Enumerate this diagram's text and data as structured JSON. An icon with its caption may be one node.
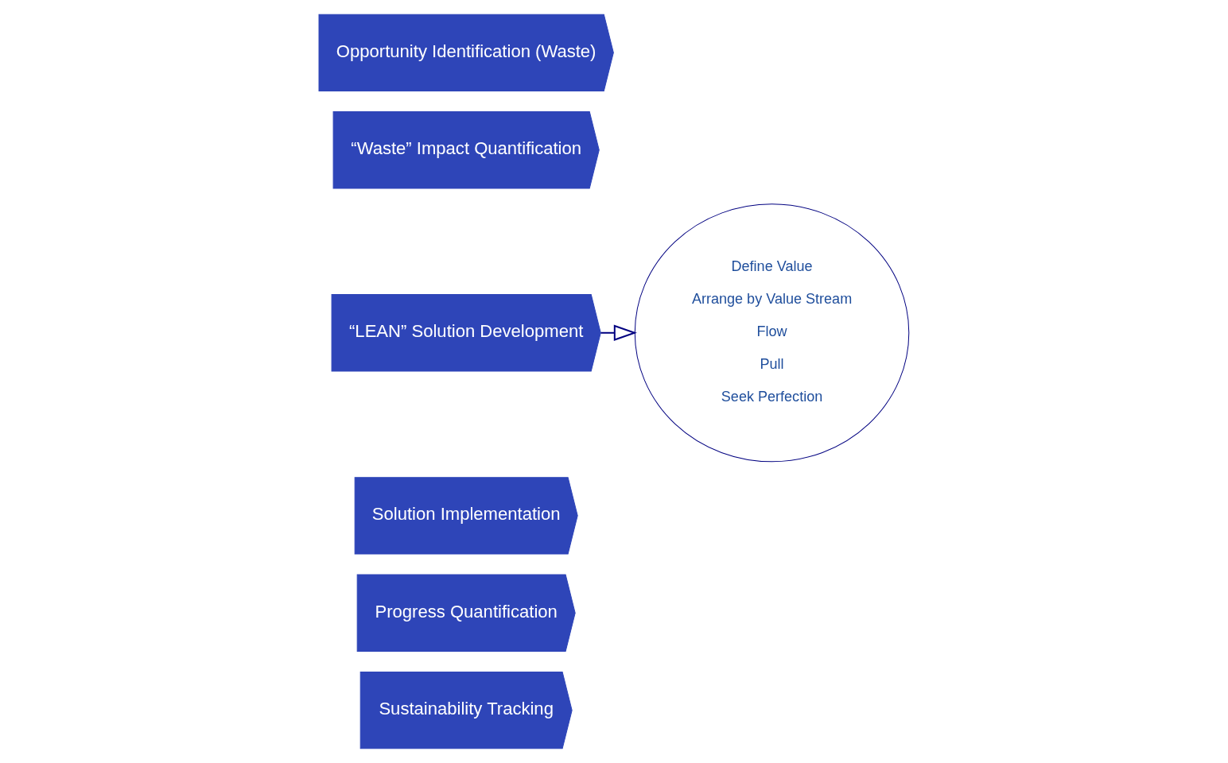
{
  "diagram": {
    "nodes": [
      {
        "text": [
          "Opportunity Identification (Waste)"
        ]
      },
      {
        "text": [
          "“Waste” Impact Quantification"
        ]
      },
      {
        "text": [
          "“LEAN” Solution Development"
        ]
      },
      {
        "text": [
          "Solution Implementation"
        ]
      },
      {
        "text": [
          "Progress Quantification"
        ]
      },
      {
        "text": [
          "Sustainability Tracking"
        ]
      },
      {
        "text": [
          "Define Value",
          "Arrange by Value Stream",
          "Flow",
          "Pull",
          "Seek Perfection"
        ]
      }
    ],
    "edges": [
      {
        "from": 2,
        "to": 6,
        "arrow": "to"
      }
    ]
  }
}
